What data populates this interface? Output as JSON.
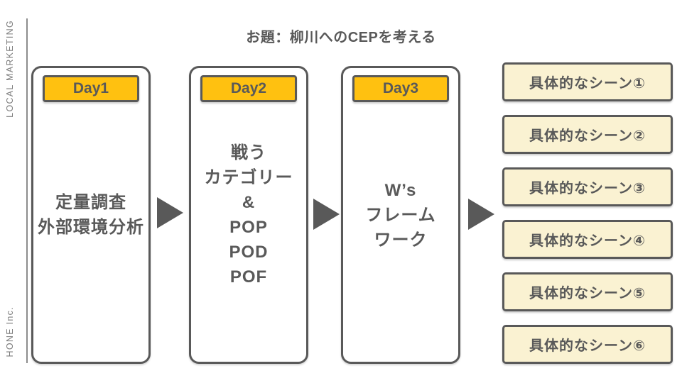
{
  "page": {
    "title": "お題：柳川へのCEPを考える"
  },
  "rail": {
    "top_label": "LOCAL MARKETING",
    "bottom_label": "HONE Inc."
  },
  "columns": [
    {
      "header": "Day1",
      "lines": [
        "定量調査",
        "外部環境分析"
      ]
    },
    {
      "header": "Day2",
      "lines": [
        "戦う",
        "カテゴリー",
        "&",
        "POP",
        "POD",
        "POF"
      ]
    },
    {
      "header": "Day3",
      "lines": [
        "W’s",
        "フレーム",
        "ワーク"
      ]
    }
  ],
  "scenes": [
    "具体的なシーン①",
    "具体的なシーン②",
    "具体的なシーン③",
    "具体的なシーン④",
    "具体的なシーン⑤",
    "具体的なシーン⑥"
  ],
  "colors": {
    "accent_yellow": "#FFC110",
    "scene_cream": "#FAF2D2",
    "outline_gray": "#595959",
    "rail_gray": "#7D7D7D",
    "background": "#FFFFFF"
  }
}
